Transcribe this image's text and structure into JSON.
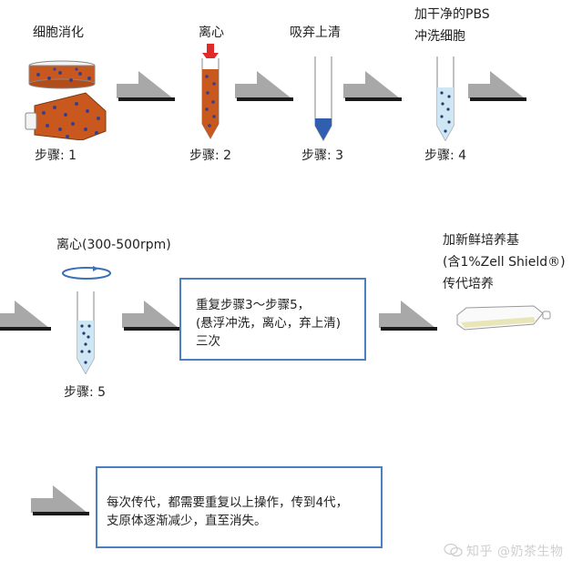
{
  "row1": {
    "steps": [
      {
        "title": "细胞消化",
        "step_label": "步骤: 1",
        "icon": "petri-dish-and-flask-icon"
      },
      {
        "title": "离心",
        "step_label": "步骤: 2",
        "icon": "centrifuge-tube-with-arrow-icon"
      },
      {
        "title": "吸弃上清",
        "step_label": "步骤: 3",
        "icon": "tube-with-pellet-icon"
      },
      {
        "title_line1": "加干净的PBS",
        "title_line2": "冲洗细胞",
        "step_label": "步骤: 4",
        "icon": "tube-with-pbs-icon"
      }
    ]
  },
  "row2": {
    "step5": {
      "title": "离心(300-500rpm)",
      "step_label": "步骤: 5",
      "icon": "spinning-tube-icon"
    },
    "repeat_box": {
      "line1": "重复步骤3～步骤5，",
      "line2": "(悬浮冲洗，离心，弃上清)",
      "line3": "三次"
    },
    "final": {
      "line1": "加新鲜培养基",
      "line2": "(含1%Zell Shield®)",
      "line3": "传代培养",
      "icon": "culture-flask-icon"
    }
  },
  "row3": {
    "note_box": {
      "line1": "每次传代，都需要重复以上操作，传到4代，",
      "line2": "支原体逐渐减少，直至消失。"
    }
  },
  "watermark": {
    "text": "知乎 @奶茶生物",
    "icon": "wechat-icon"
  },
  "colors": {
    "cell_medium": "#c9581f",
    "cell_dot": "#3a3f8c",
    "pbs": "#cfe6f5",
    "pellet": "#2f5fae",
    "arrow_fill": "#a9a9a9",
    "arrow_shadow": "#1a1a1a",
    "box_border": "#4a7fc1",
    "down_arrow": "#e02a2a"
  }
}
